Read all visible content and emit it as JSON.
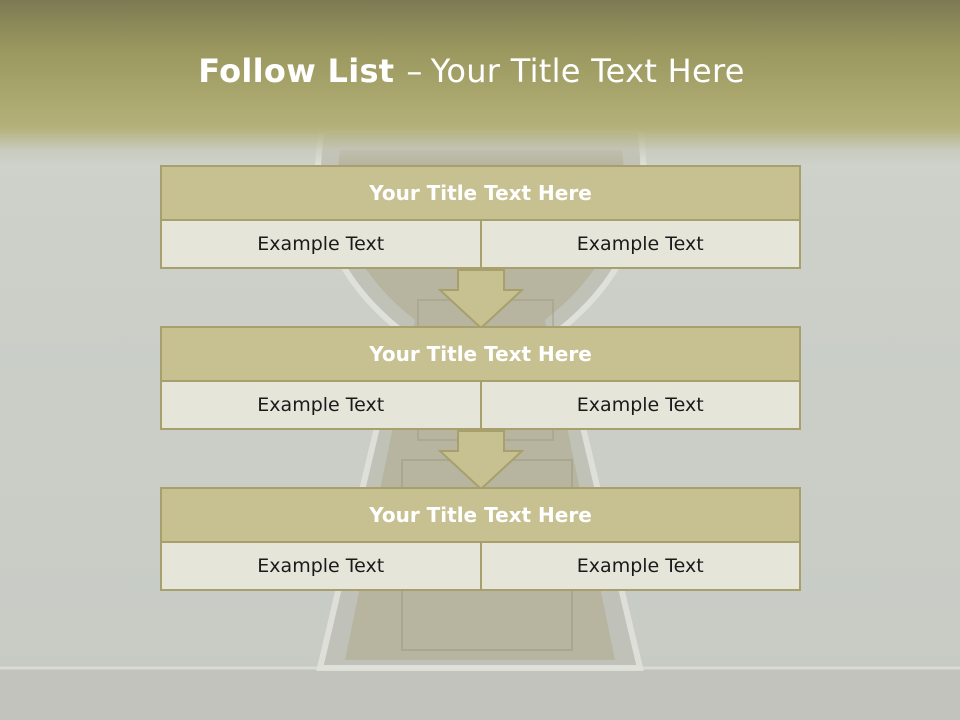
{
  "slide": {
    "title_bold": "Follow List",
    "title_separator": "–",
    "title_rest": "Your Title Text Here"
  },
  "blocks": [
    {
      "title": "Your Title Text Here",
      "left": "Example Text",
      "right": "Example Text"
    },
    {
      "title": "Your Title Text Here",
      "left": "Example Text",
      "right": "Example Text"
    },
    {
      "title": "Your Title Text Here",
      "left": "Example Text",
      "right": "Example Text"
    }
  ],
  "colors": {
    "header_band": "#aba86f",
    "block_title_fill": "#c7c191",
    "block_cell_fill": "#e6e5d9",
    "border": "#a7a06c"
  }
}
